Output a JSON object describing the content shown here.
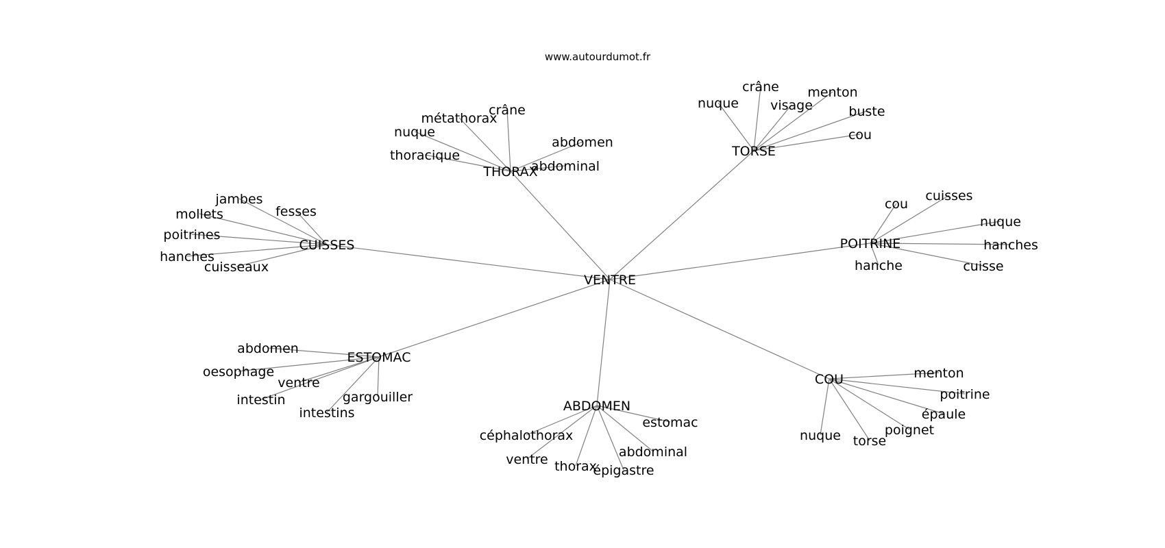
{
  "source_text": "www.autourdumot.fr",
  "center": "VENTRE",
  "hubs": [
    {
      "label": "THORAX",
      "leaves": [
        "métathorax",
        "crâne",
        "nuque",
        "thoracique",
        "abdomen",
        "abdominal"
      ]
    },
    {
      "label": "TORSE",
      "leaves": [
        "crâne",
        "nuque",
        "visage",
        "menton",
        "buste",
        "cou"
      ]
    },
    {
      "label": "CUISSES",
      "leaves": [
        "jambes",
        "mollets",
        "fesses",
        "poitrines",
        "hanches",
        "cuisseaux"
      ]
    },
    {
      "label": "POITRINE",
      "leaves": [
        "cou",
        "cuisses",
        "nuque",
        "hanches",
        "hanche",
        "cuisse"
      ]
    },
    {
      "label": "ESTOMAC",
      "leaves": [
        "abdomen",
        "oesophage",
        "ventre",
        "intestin",
        "gargouiller",
        "intestins"
      ]
    },
    {
      "label": "ABDOMEN",
      "leaves": [
        "estomac",
        "céphalothorax",
        "ventre",
        "abdominal",
        "thorax",
        "épigastre"
      ]
    },
    {
      "label": "COU",
      "leaves": [
        "menton",
        "poitrine",
        "épaule",
        "poignet",
        "nuque",
        "torse"
      ]
    }
  ]
}
